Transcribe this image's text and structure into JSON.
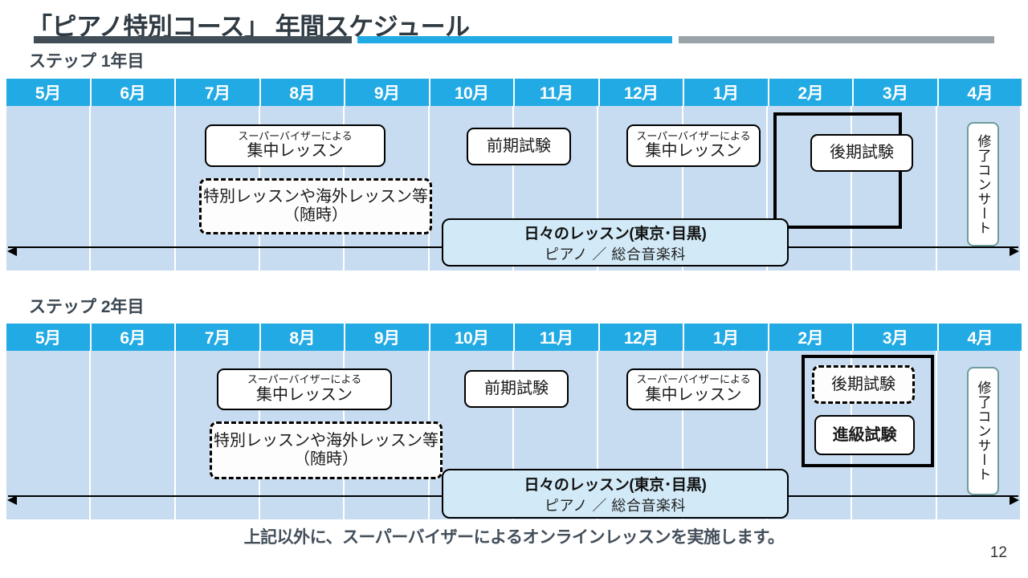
{
  "title": "「ピアノ特別コース」 年間スケジュール",
  "rule_colors": {
    "dark": "#424e57",
    "cyan": "#22aae4",
    "gray": "#9ba3aa"
  },
  "months": [
    "5月",
    "6月",
    "7月",
    "8月",
    "9月",
    "10月",
    "11月",
    "12月",
    "1月",
    "2月",
    "3月",
    "4月"
  ],
  "steps": [
    {
      "label": "ステップ 1年目",
      "boxes": {
        "supervisor_lesson_1": {
          "line1": "スーパーバイザーによる",
          "line2": "集中レッスン"
        },
        "special_lesson": {
          "line1": "特別レッスンや海外レッスン等",
          "line2": "（随時）"
        },
        "midterm_exam": {
          "text": "前期試験"
        },
        "supervisor_lesson_2": {
          "line1": "スーパーバイザーによる",
          "line2": "集中レッスン"
        },
        "final_exam": {
          "text": "後期試験"
        },
        "daily_lesson": {
          "line1": "日々のレッスン(東京･目黒)",
          "line2": "ピアノ ／ 総合音楽科"
        },
        "concert": {
          "text": "修了コンサート"
        }
      }
    },
    {
      "label": "ステップ 2年目",
      "boxes": {
        "supervisor_lesson_1": {
          "line1": "スーパーバイザーによる",
          "line2": "集中レッスン"
        },
        "special_lesson": {
          "line1": "特別レッスンや海外レッスン等",
          "line2": "（随時）"
        },
        "midterm_exam": {
          "text": "前期試験"
        },
        "supervisor_lesson_2": {
          "line1": "スーパーバイザーによる",
          "line2": "集中レッスン"
        },
        "final_exam": {
          "text": "後期試験"
        },
        "promotion_exam": {
          "text": "進級試験"
        },
        "daily_lesson": {
          "line1": "日々のレッスン(東京･目黒)",
          "line2": "ピアノ ／ 総合音楽科"
        },
        "concert": {
          "text": "修了コンサート"
        }
      }
    }
  ],
  "footer_note": "上記以外に、スーパーバイザーによるオンラインレッスンを実施します。",
  "page_number": "12"
}
